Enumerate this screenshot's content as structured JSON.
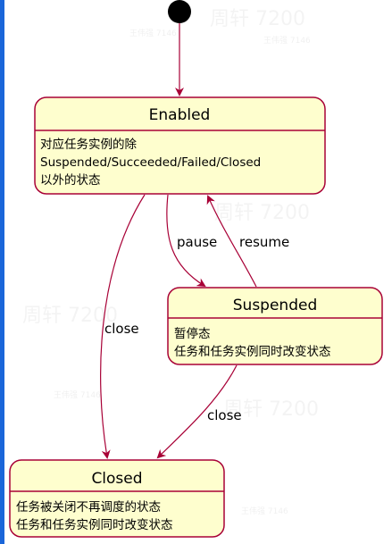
{
  "states": {
    "enabled": {
      "title": "Enabled",
      "lines": [
        "对应任务实例的除",
        "Suspended/Succeeded/Failed/Closed",
        "以外的状态"
      ]
    },
    "suspended": {
      "title": "Suspended",
      "lines": [
        "暂停态",
        "任务和任务实例同时改变状态"
      ]
    },
    "closed": {
      "title": "Closed",
      "lines": [
        "任务被关闭不再调度的状态",
        "任务和任务实例同时改变状态"
      ]
    }
  },
  "transitions": {
    "pause": "pause",
    "resume": "resume",
    "close_from_enabled": "close",
    "close_from_suspended": "close"
  },
  "watermark": {
    "main": "周轩 7200",
    "small": "王伟强 7146"
  },
  "colors": {
    "state_fill": "#fefece",
    "border": "#a80036",
    "arrow": "#a80036",
    "start_dot": "#000000",
    "accent_bar": "#1a66d9"
  }
}
